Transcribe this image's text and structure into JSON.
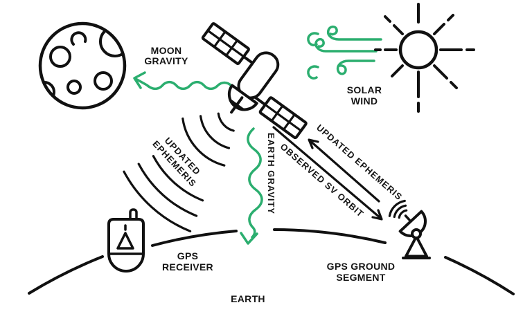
{
  "scene": {
    "description": "GPS perturbation and ephemeris-update diagram",
    "background": "#ffffff",
    "ink_color": "#111111",
    "accent_green": "#2bae6f",
    "labels": {
      "moon_gravity": {
        "line1": "MOON",
        "line2": "GRAVITY"
      },
      "solar_wind": {
        "line1": "SOLAR",
        "line2": "WIND"
      },
      "broadcast": {
        "line1": "UPDATED",
        "line2": "EPHEMERIS"
      },
      "earth_gravity": "EARTH GRAVITY",
      "uplink": "UPDATED EPHEMERIS",
      "observed": "OBSERVED SV ORBIT",
      "receiver": {
        "line1": "GPS",
        "line2": "RECEIVER"
      },
      "ground": {
        "line1": "GPS GROUND",
        "line2": "SEGMENT"
      },
      "earth": "EARTH"
    },
    "icons": [
      "moon-icon",
      "sun-icon",
      "solar-wind-icon",
      "gps-satellite-icon",
      "signal-waves-icon",
      "gps-receiver-icon",
      "ground-station-icon",
      "earth-horizon",
      "moon-gravity-arrow",
      "earth-gravity-arrow",
      "uplink-arrow",
      "downlink-arrow"
    ]
  }
}
